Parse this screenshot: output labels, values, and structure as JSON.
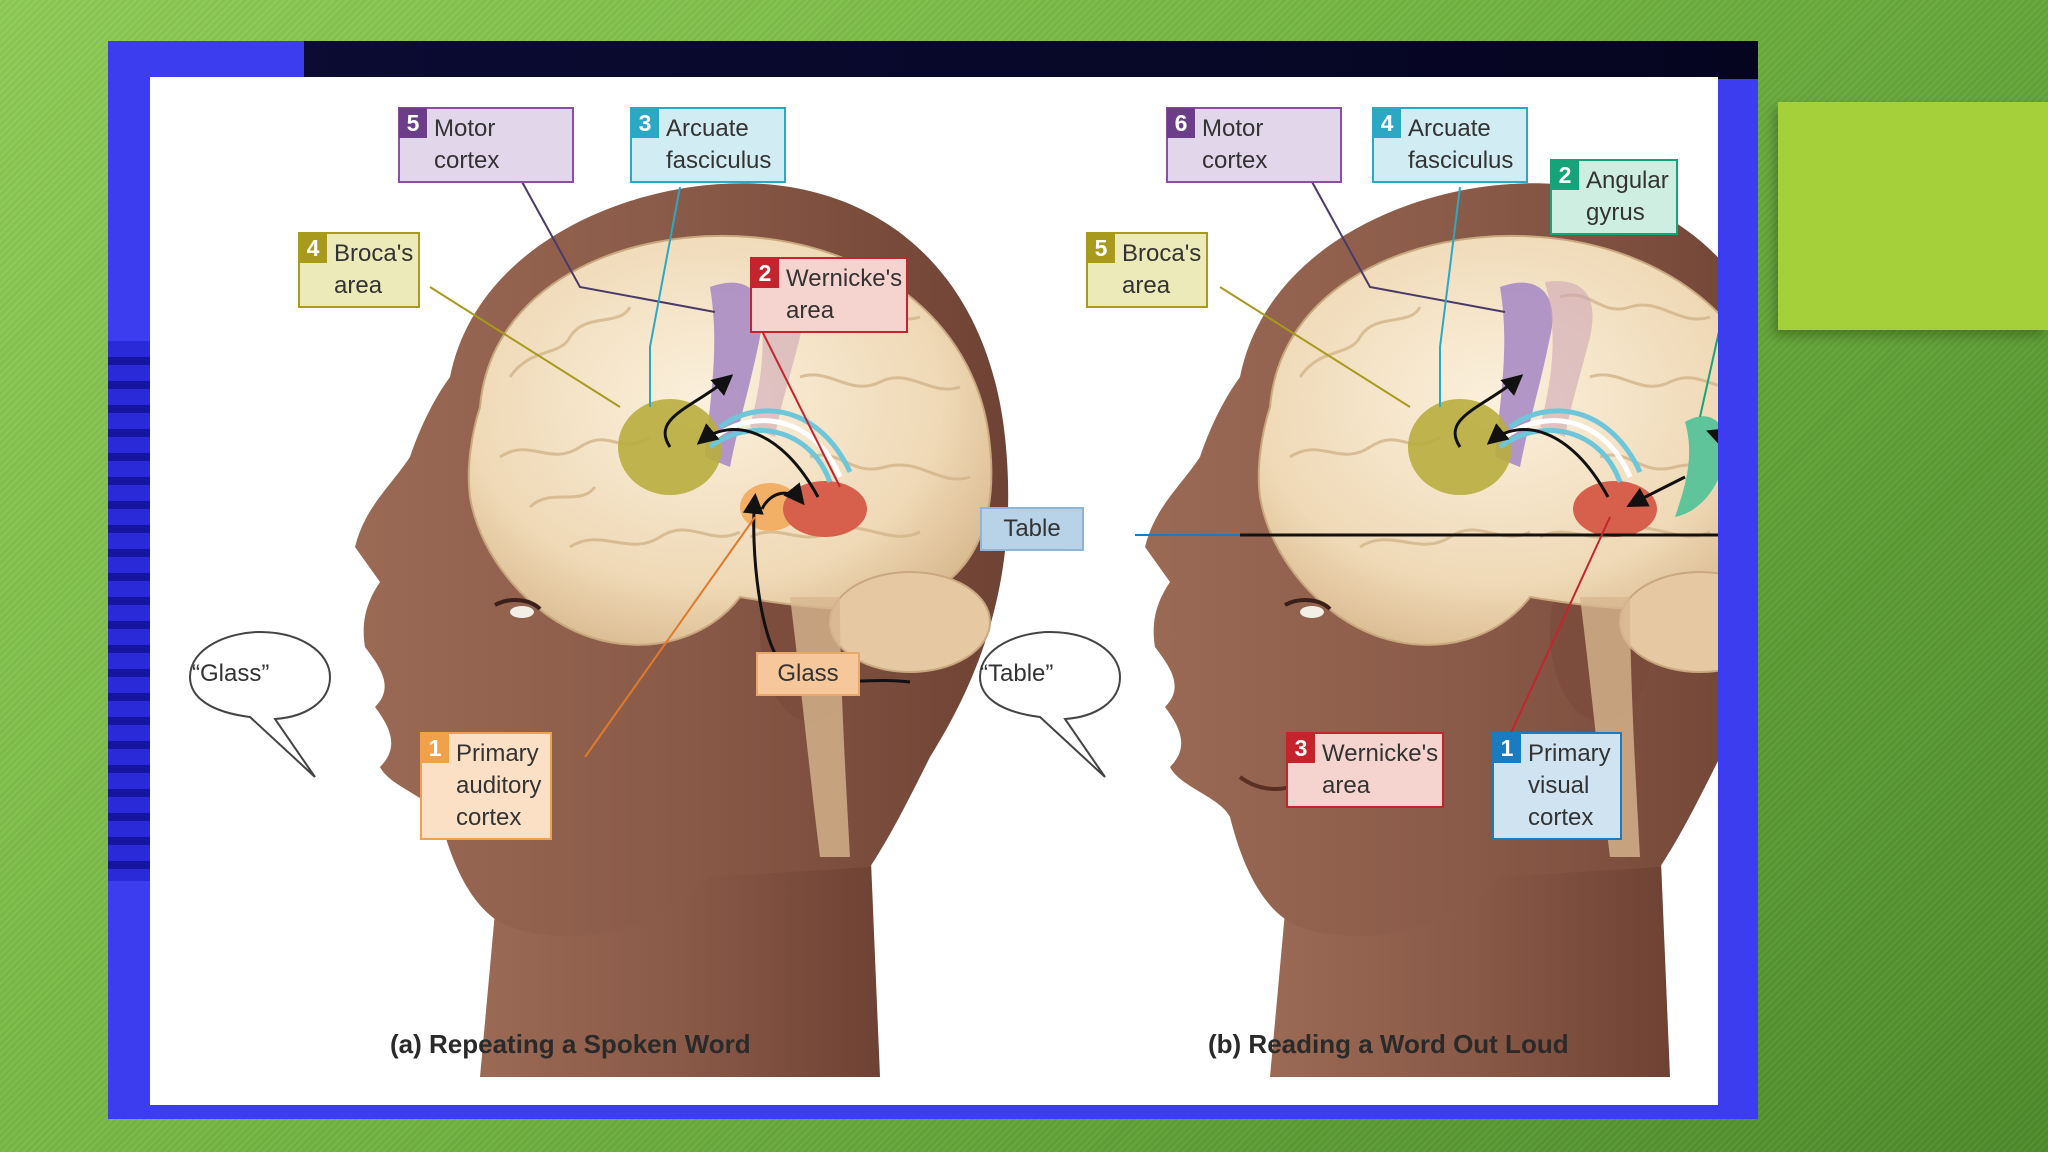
{
  "colors": {
    "background": "#6fae3f",
    "accent_block": "#a5d03a",
    "frame": "#3d3df0",
    "motor": "#8a4fa0",
    "arcuate": "#2aa8c4",
    "angular": "#16a37a",
    "broca": "#a89a1c",
    "wernicke": "#c4242e",
    "auditory": "#f0a14a",
    "visual": "#1a7cc0"
  },
  "panel_a": {
    "caption": "(a) Repeating a Spoken Word",
    "speech": "“Glass”",
    "stimulus": "Glass",
    "labels": {
      "motor": {
        "num": "5",
        "text": "Motor cortex"
      },
      "arcuate": {
        "num": "3",
        "text": "Arcuate\nfasciculus"
      },
      "broca": {
        "num": "4",
        "text": "Broca's\narea"
      },
      "wernicke": {
        "num": "2",
        "text": "Wernicke's\narea"
      },
      "auditory": {
        "num": "1",
        "text": "Primary\nauditory\ncortex"
      }
    }
  },
  "panel_b": {
    "caption": "(b) Reading a Word Out Loud",
    "speech": "“Table”",
    "stimulus": "Table",
    "labels": {
      "motor": {
        "num": "6",
        "text": "Motor cortex"
      },
      "arcuate": {
        "num": "4",
        "text": "Arcuate\nfasciculus"
      },
      "angular": {
        "num": "2",
        "text": "Angular\ngyrus"
      },
      "broca": {
        "num": "5",
        "text": "Broca's\narea"
      },
      "wernicke": {
        "num": "3",
        "text": "Wernicke's\narea"
      },
      "visual": {
        "num": "1",
        "text": "Primary\nvisual\ncortex"
      }
    }
  }
}
